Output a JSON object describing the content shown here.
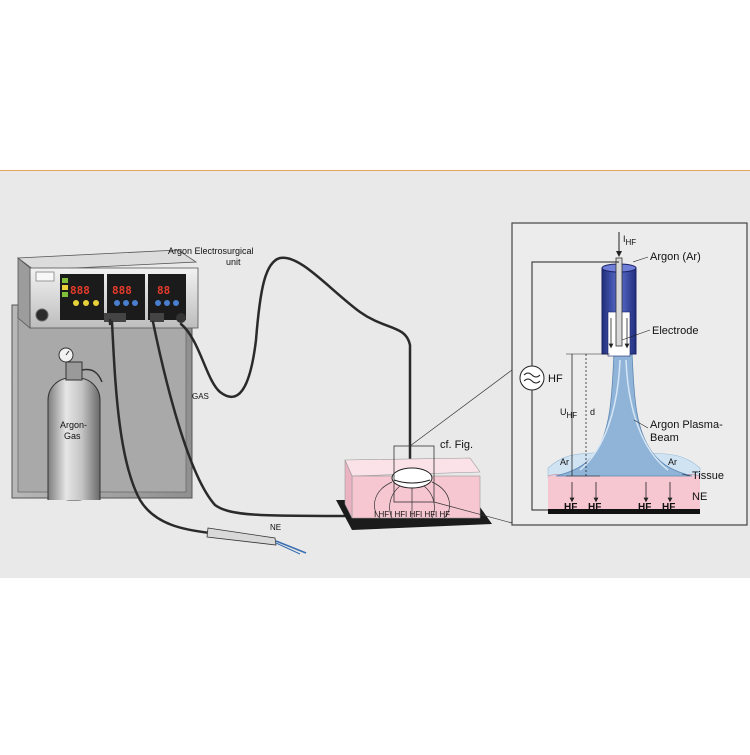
{
  "labels": {
    "unit_line1": "Argon Electrosurgical",
    "unit_line2": "unit",
    "gas": "GAS",
    "ne_cable": "NE",
    "argon_gas_line1": "Argon-",
    "argon_gas_line2": "Gas",
    "cf_fig": "cf. Fig.",
    "tissue_currents": [
      "I HF",
      "I HF",
      "I HF",
      "I HF",
      "I HF"
    ]
  },
  "display": {
    "seg1": "888",
    "seg2": "888",
    "seg3": "88"
  },
  "inset": {
    "ihf_main": "I",
    "ihf_sub": "HF",
    "argon": "Argon (Ar)",
    "electrode": "Electrode",
    "hf_source": "HF",
    "uhf_main": "U",
    "uhf_sub": "HF",
    "d": "d",
    "plasma_line1": "Argon Plasma-",
    "plasma_line2": "Beam",
    "ar_left": "Ar",
    "ar_right": "Ar",
    "tissue": "Tissue",
    "ne": "NE",
    "hf_arrows": [
      "HF",
      "HF",
      "HF",
      "HF"
    ]
  },
  "colors": {
    "background_band": "#e9e9e9",
    "band_border": "#e6a35a",
    "tissue_pink": "#f6c6d1",
    "plasma_blue": "#8fb4d8",
    "gas_cloud": "#cfe3f3",
    "handle_blue": "#3f4fa8",
    "display_red": "#e63b2b",
    "panel_green": "#7fbf3a",
    "panel_yellow": "#e8d23a"
  }
}
